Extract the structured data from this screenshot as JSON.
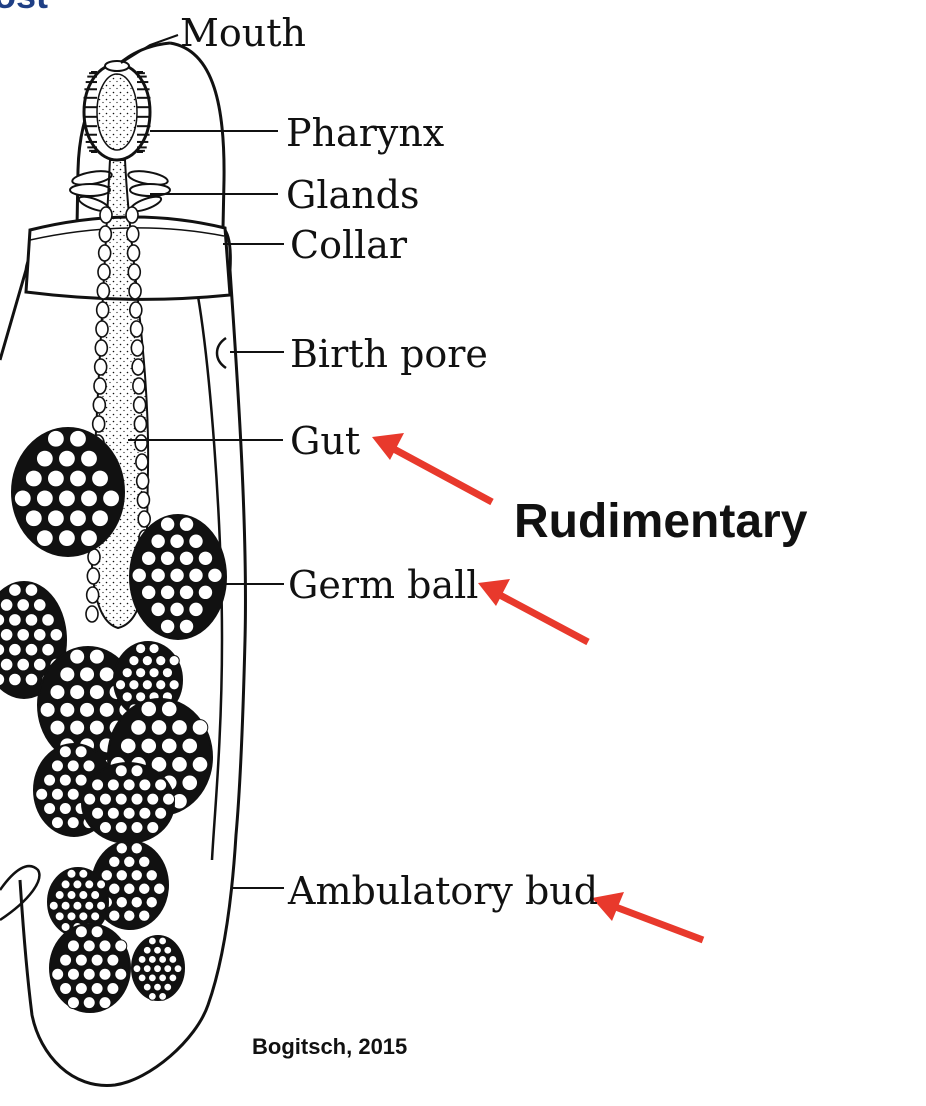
{
  "figure": {
    "partial_title": "ost",
    "labels": {
      "mouth": "Mouth",
      "pharynx": "Pharynx",
      "glands": "Glands",
      "collar": "Collar",
      "birth_pore": "Birth pore",
      "gut": "Gut",
      "germ_ball": "Germ ball",
      "ambulatory_bud": "Ambulatory bud"
    },
    "callout": "Rudimentary",
    "credit": "Bogitsch, 2015",
    "colors": {
      "ink": "#111111",
      "arrow": "#e8392c",
      "title": "#1f3f85",
      "background": "#ffffff"
    },
    "icons": [
      "red-arrow-icon"
    ]
  }
}
